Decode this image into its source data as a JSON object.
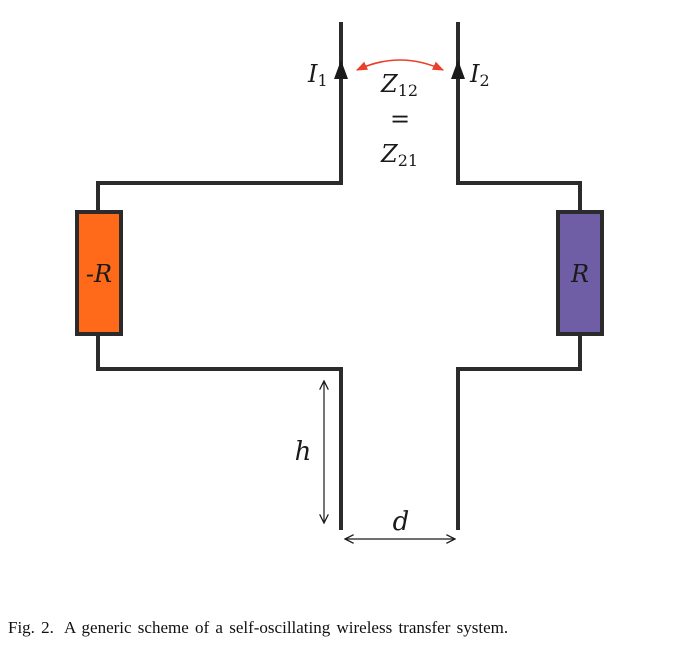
{
  "diagram": {
    "current_1": {
      "symbol": "I",
      "subscript": "1"
    },
    "current_2": {
      "symbol": "I",
      "subscript": "2"
    },
    "mutual_impedance": {
      "z12": {
        "symbol": "Z",
        "subscript": "12"
      },
      "equals": "=",
      "z21": {
        "symbol": "Z",
        "subscript": "21"
      }
    },
    "negative_resistor_label": "-R",
    "load_resistor_label": "R",
    "height_label": "h",
    "distance_label": "d",
    "colors": {
      "wire": "#2b2b2b",
      "negative_resistor": "#ff6a1a",
      "load_resistor": "#6f5ea6",
      "coupling_arrow": "#e8402a"
    }
  },
  "caption": {
    "fig_label": "Fig. 2.",
    "text": "A generic scheme of a self-oscillating wireless transfer system."
  }
}
